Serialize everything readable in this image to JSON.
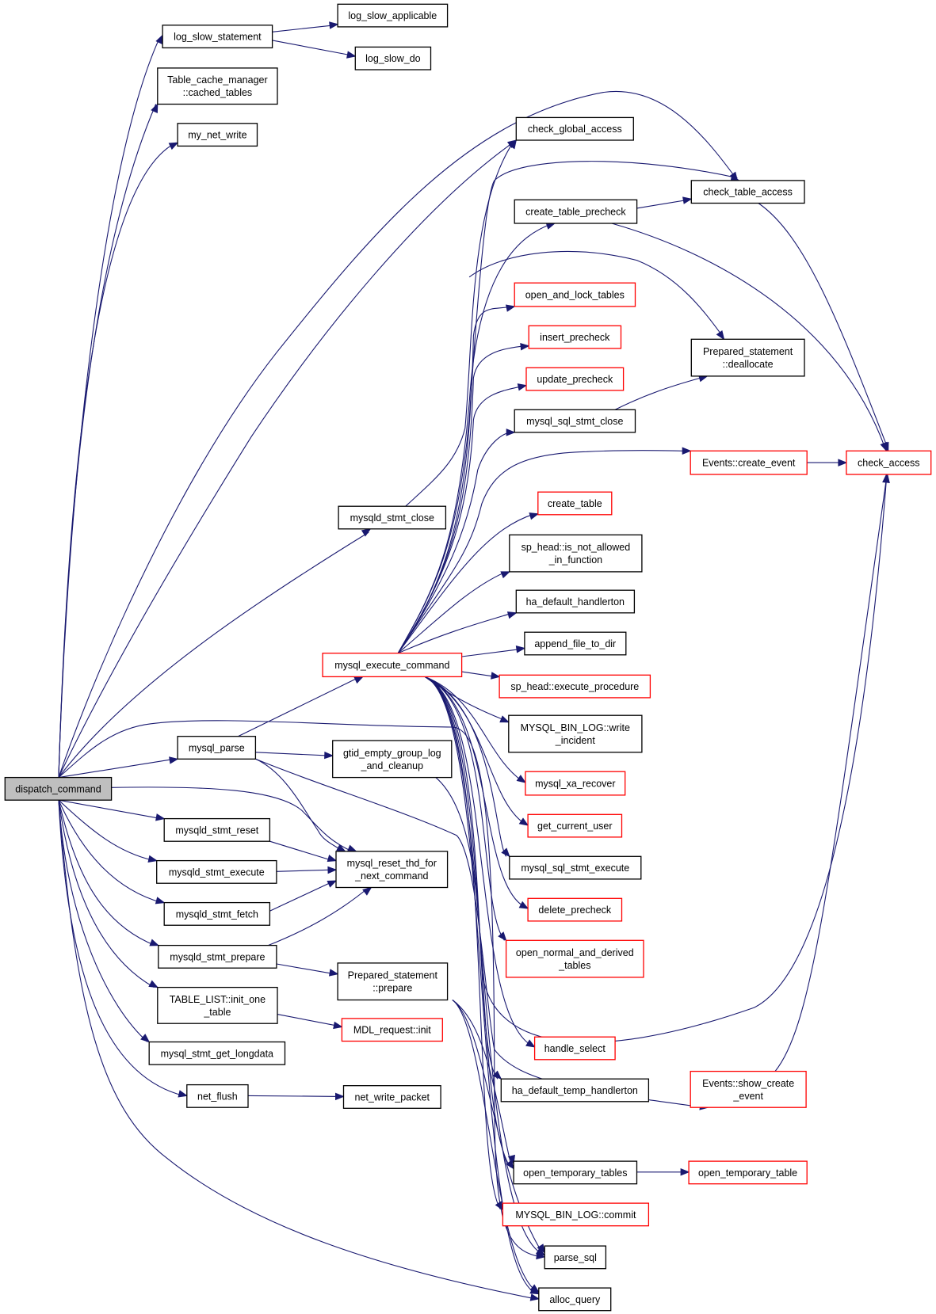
{
  "title": "",
  "colors": {
    "edge": "#191970",
    "node_border_default": "#000000",
    "node_border_truncated": "#ff0000",
    "root_fill": "#bfbfbf",
    "node_fill": "#ffffff"
  },
  "nodes": [
    {
      "id": "dispatch_command",
      "lines": [
        "dispatch_command"
      ],
      "style": "root"
    },
    {
      "id": "log_slow_statement",
      "lines": [
        "log_slow_statement"
      ],
      "style": "normal"
    },
    {
      "id": "log_slow_applicable",
      "lines": [
        "log_slow_applicable"
      ],
      "style": "normal"
    },
    {
      "id": "log_slow_do",
      "lines": [
        "log_slow_do"
      ],
      "style": "normal"
    },
    {
      "id": "tcm_cached_tables",
      "lines": [
        "Table_cache_manager",
        "::cached_tables"
      ],
      "style": "normal"
    },
    {
      "id": "my_net_write",
      "lines": [
        "my_net_write"
      ],
      "style": "normal"
    },
    {
      "id": "check_global_access",
      "lines": [
        "check_global_access"
      ],
      "style": "normal"
    },
    {
      "id": "check_table_access",
      "lines": [
        "check_table_access"
      ],
      "style": "normal"
    },
    {
      "id": "create_table_precheck",
      "lines": [
        "create_table_precheck"
      ],
      "style": "normal"
    },
    {
      "id": "open_and_lock_tables",
      "lines": [
        "open_and_lock_tables"
      ],
      "style": "red"
    },
    {
      "id": "insert_precheck",
      "lines": [
        "insert_precheck"
      ],
      "style": "red"
    },
    {
      "id": "ps_deallocate",
      "lines": [
        "Prepared_statement",
        "::deallocate"
      ],
      "style": "normal"
    },
    {
      "id": "update_precheck",
      "lines": [
        "update_precheck"
      ],
      "style": "red"
    },
    {
      "id": "mysql_sql_stmt_close",
      "lines": [
        "mysql_sql_stmt_close"
      ],
      "style": "normal"
    },
    {
      "id": "events_create_event",
      "lines": [
        "Events::create_event"
      ],
      "style": "red"
    },
    {
      "id": "check_access",
      "lines": [
        "check_access"
      ],
      "style": "red"
    },
    {
      "id": "mysqld_stmt_close",
      "lines": [
        "mysqld_stmt_close"
      ],
      "style": "normal"
    },
    {
      "id": "create_table",
      "lines": [
        "create_table"
      ],
      "style": "red"
    },
    {
      "id": "sp_head_not_allowed",
      "lines": [
        "sp_head::is_not_allowed",
        "_in_function"
      ],
      "style": "normal"
    },
    {
      "id": "ha_default_handlerton",
      "lines": [
        "ha_default_handlerton"
      ],
      "style": "normal"
    },
    {
      "id": "append_file_to_dir",
      "lines": [
        "append_file_to_dir"
      ],
      "style": "normal"
    },
    {
      "id": "mysql_execute_command",
      "lines": [
        "mysql_execute_command"
      ],
      "style": "red"
    },
    {
      "id": "sp_head_execute_procedure",
      "lines": [
        "sp_head::execute_procedure"
      ],
      "style": "red"
    },
    {
      "id": "binlog_write_incident",
      "lines": [
        "MYSQL_BIN_LOG::write",
        "_incident"
      ],
      "style": "normal"
    },
    {
      "id": "mysql_parse",
      "lines": [
        "mysql_parse"
      ],
      "style": "normal"
    },
    {
      "id": "gtid_empty_group",
      "lines": [
        "gtid_empty_group_log",
        "_and_cleanup"
      ],
      "style": "normal"
    },
    {
      "id": "mysql_xa_recover",
      "lines": [
        "mysql_xa_recover"
      ],
      "style": "red"
    },
    {
      "id": "get_current_user",
      "lines": [
        "get_current_user"
      ],
      "style": "red"
    },
    {
      "id": "mysqld_stmt_reset",
      "lines": [
        "mysqld_stmt_reset"
      ],
      "style": "normal"
    },
    {
      "id": "mysql_reset_thd",
      "lines": [
        "mysql_reset_thd_for",
        "_next_command"
      ],
      "style": "normal"
    },
    {
      "id": "mysql_sql_stmt_execute",
      "lines": [
        "mysql_sql_stmt_execute"
      ],
      "style": "normal"
    },
    {
      "id": "mysqld_stmt_execute",
      "lines": [
        "mysqld_stmt_execute"
      ],
      "style": "normal"
    },
    {
      "id": "delete_precheck",
      "lines": [
        "delete_precheck"
      ],
      "style": "red"
    },
    {
      "id": "mysqld_stmt_fetch",
      "lines": [
        "mysqld_stmt_fetch"
      ],
      "style": "normal"
    },
    {
      "id": "open_normal_and_derived",
      "lines": [
        "open_normal_and_derived",
        "_tables"
      ],
      "style": "red"
    },
    {
      "id": "mysqld_stmt_prepare",
      "lines": [
        "mysqld_stmt_prepare"
      ],
      "style": "normal"
    },
    {
      "id": "ps_prepare",
      "lines": [
        "Prepared_statement",
        "::prepare"
      ],
      "style": "normal"
    },
    {
      "id": "table_list_init",
      "lines": [
        "TABLE_LIST::init_one",
        "_table"
      ],
      "style": "normal"
    },
    {
      "id": "mdl_request_init",
      "lines": [
        "MDL_request::init"
      ],
      "style": "red"
    },
    {
      "id": "handle_select",
      "lines": [
        "handle_select"
      ],
      "style": "red"
    },
    {
      "id": "mysql_stmt_get_longdata",
      "lines": [
        "mysql_stmt_get_longdata"
      ],
      "style": "normal"
    },
    {
      "id": "events_show_create",
      "lines": [
        "Events::show_create",
        "_event"
      ],
      "style": "red"
    },
    {
      "id": "ha_default_temp_handlerton",
      "lines": [
        "ha_default_temp_handlerton"
      ],
      "style": "normal"
    },
    {
      "id": "net_flush",
      "lines": [
        "net_flush"
      ],
      "style": "normal"
    },
    {
      "id": "net_write_packet",
      "lines": [
        "net_write_packet"
      ],
      "style": "normal"
    },
    {
      "id": "open_temporary_tables",
      "lines": [
        "open_temporary_tables"
      ],
      "style": "normal"
    },
    {
      "id": "open_temporary_table",
      "lines": [
        "open_temporary_table"
      ],
      "style": "red"
    },
    {
      "id": "binlog_commit",
      "lines": [
        "MYSQL_BIN_LOG::commit"
      ],
      "style": "red"
    },
    {
      "id": "parse_sql",
      "lines": [
        "parse_sql"
      ],
      "style": "normal"
    },
    {
      "id": "alloc_query",
      "lines": [
        "alloc_query"
      ],
      "style": "normal"
    }
  ]
}
